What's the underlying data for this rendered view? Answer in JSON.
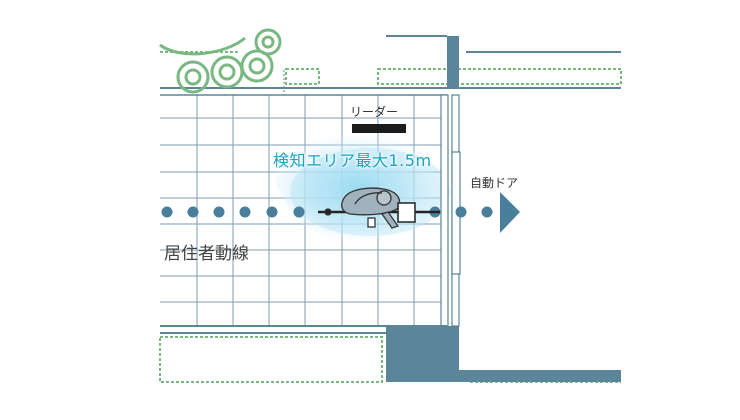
{
  "labels": {
    "reader": "リーダー",
    "detection_area": "検知エリア最大1.5m",
    "auto_door": "自動ドア",
    "resident_path": "居住者動線"
  },
  "colors": {
    "wall": "#5b8598",
    "grid": "#7d9db2",
    "hedge": "#7ab882",
    "detection": "#9fdcf0",
    "path_dot": "#4a7f9c",
    "text_accent": "#19a3c7",
    "reader_bar": "#1c1c1c"
  },
  "icons": {
    "person": "person-on-cart-icon",
    "arrow": "arrow-right-icon",
    "reader": "reader-device-icon"
  }
}
